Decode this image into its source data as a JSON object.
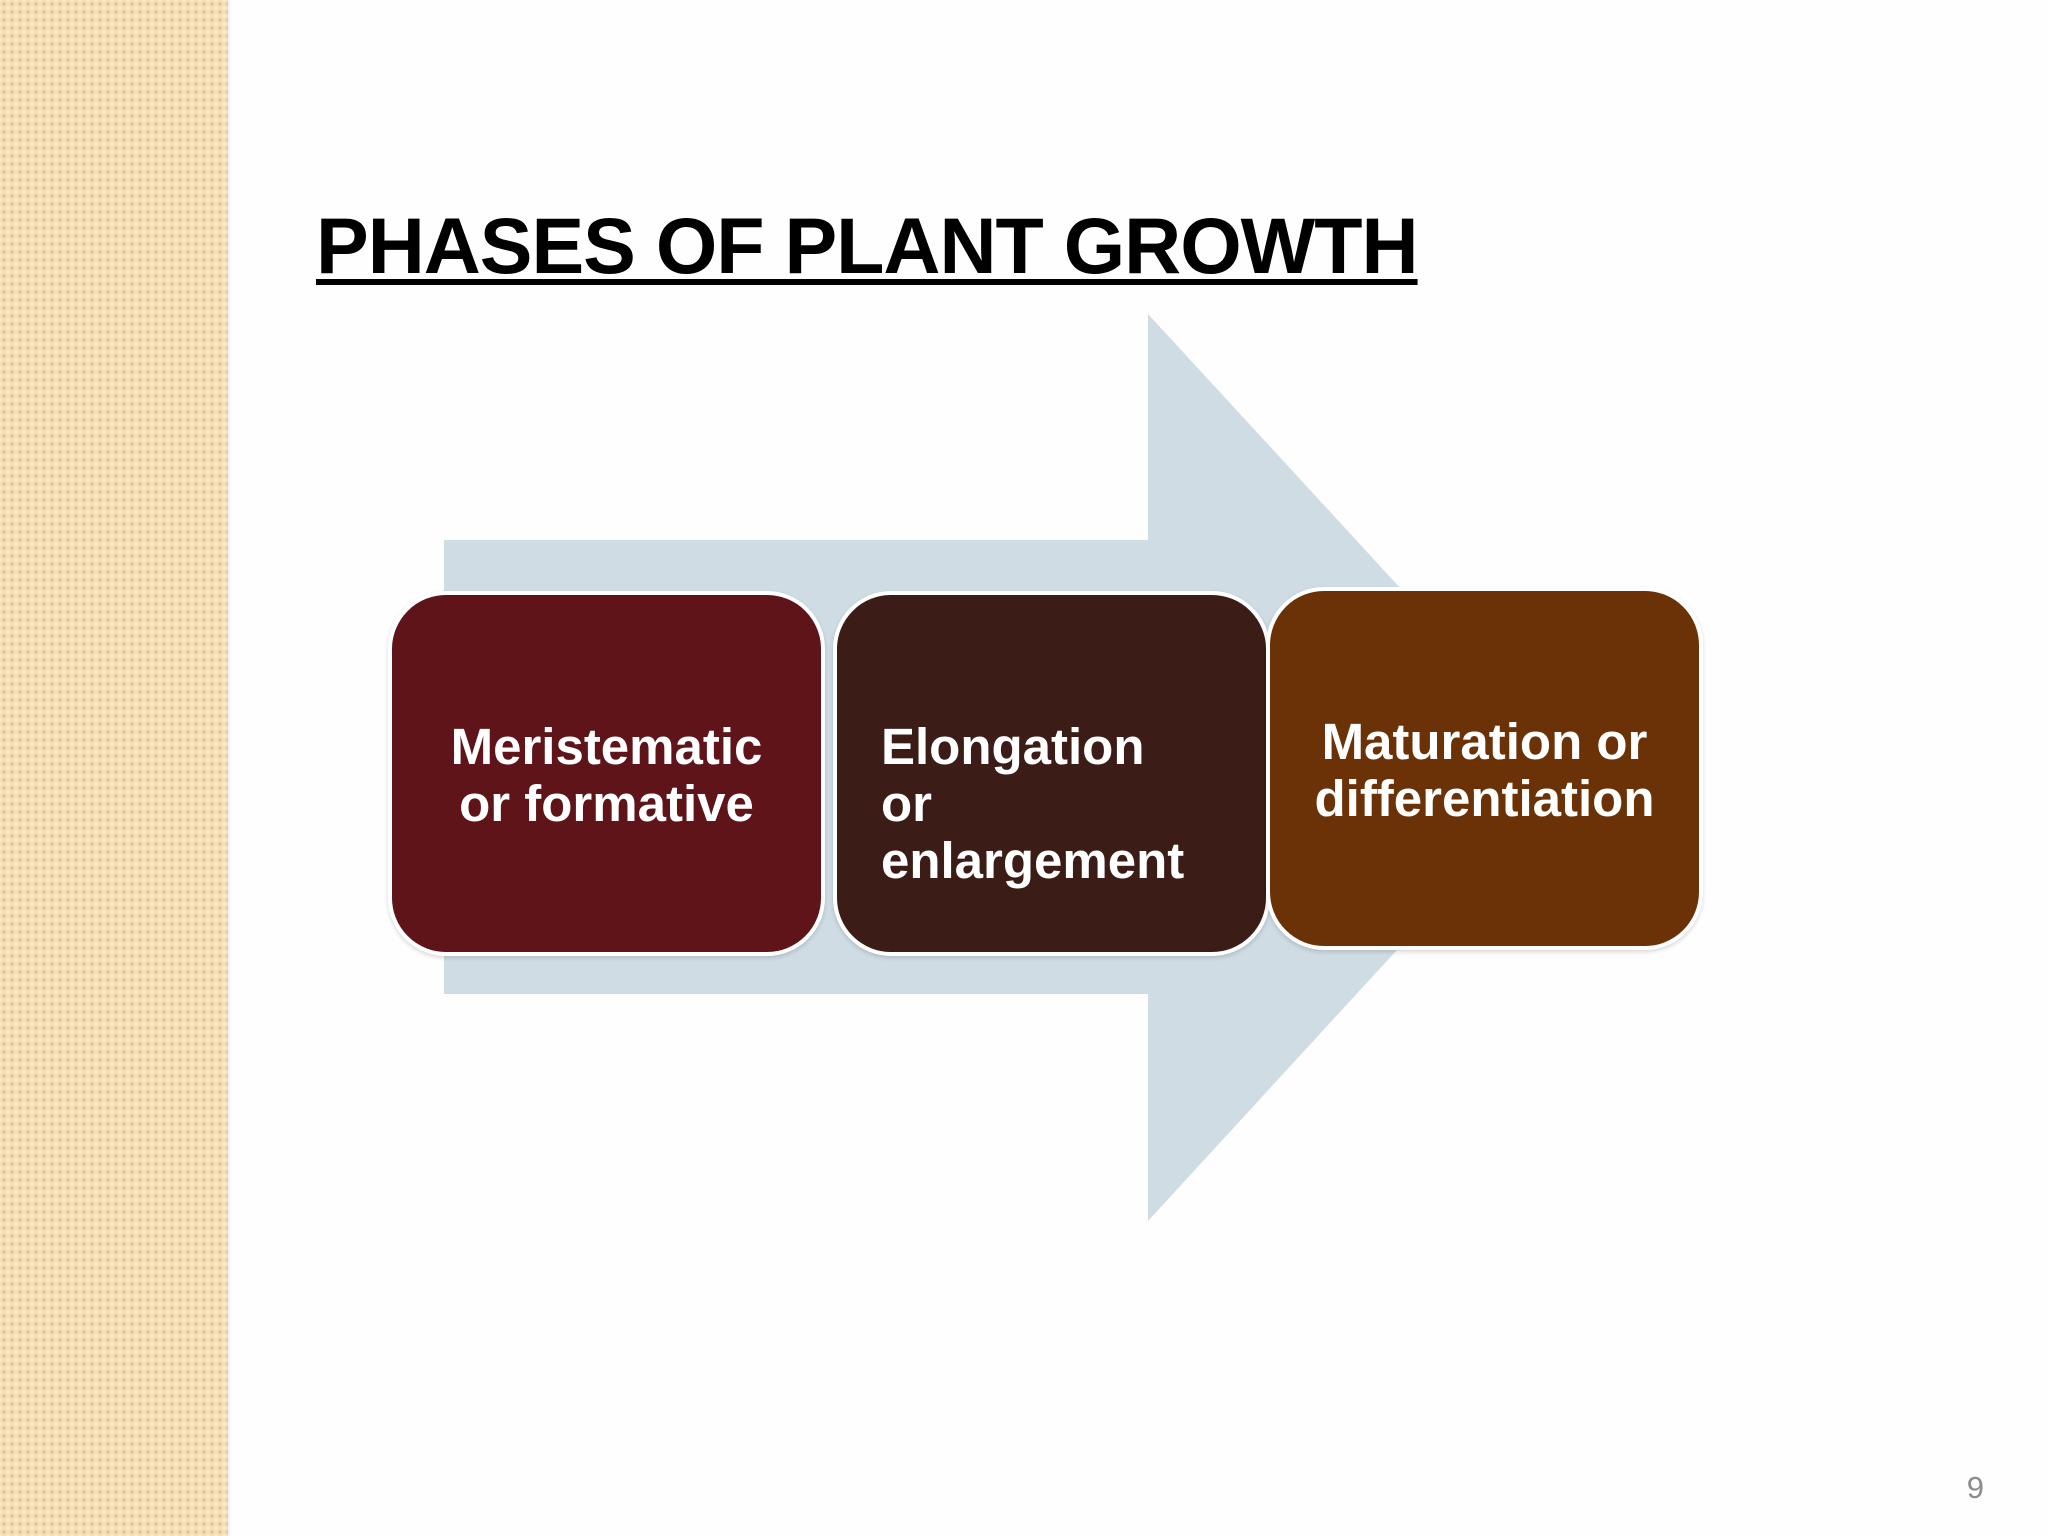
{
  "slide": {
    "title": "PHASES OF PLANT GROWTH",
    "page_number": "9"
  },
  "diagram": {
    "arrow_color": "#cfdce4",
    "phases": [
      {
        "label": "Meristematic\nor formative",
        "color": "#5e1418"
      },
      {
        "label": "Elongation\n or\n enlargement",
        "color": "#3c1c17"
      },
      {
        "label": "Maturation or\ndifferentiation",
        "color": "#6c3207"
      }
    ]
  }
}
